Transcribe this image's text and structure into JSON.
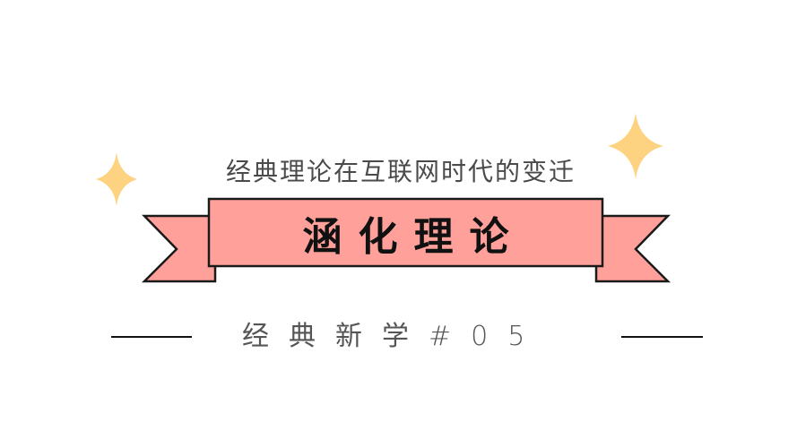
{
  "subtitle": "经典理论在互联网时代的变迁",
  "title": "涵化理论",
  "footer": {
    "label": "经典新学#05"
  },
  "decorations": {
    "stars": [
      {
        "name": "sparkle-star-left",
        "icon": "four-point-star-icon"
      },
      {
        "name": "sparkle-star-right",
        "icon": "four-point-star-icon"
      }
    ],
    "ribbon_icon": "ribbon-banner-icon"
  },
  "colors": {
    "banner_fill": "#FFA19A",
    "banner_stroke": "#1a1a1a",
    "star": "#FDD381",
    "title_text": "#111111",
    "subtitle_text": "#4a4a4a",
    "footer_text": "#555555"
  }
}
